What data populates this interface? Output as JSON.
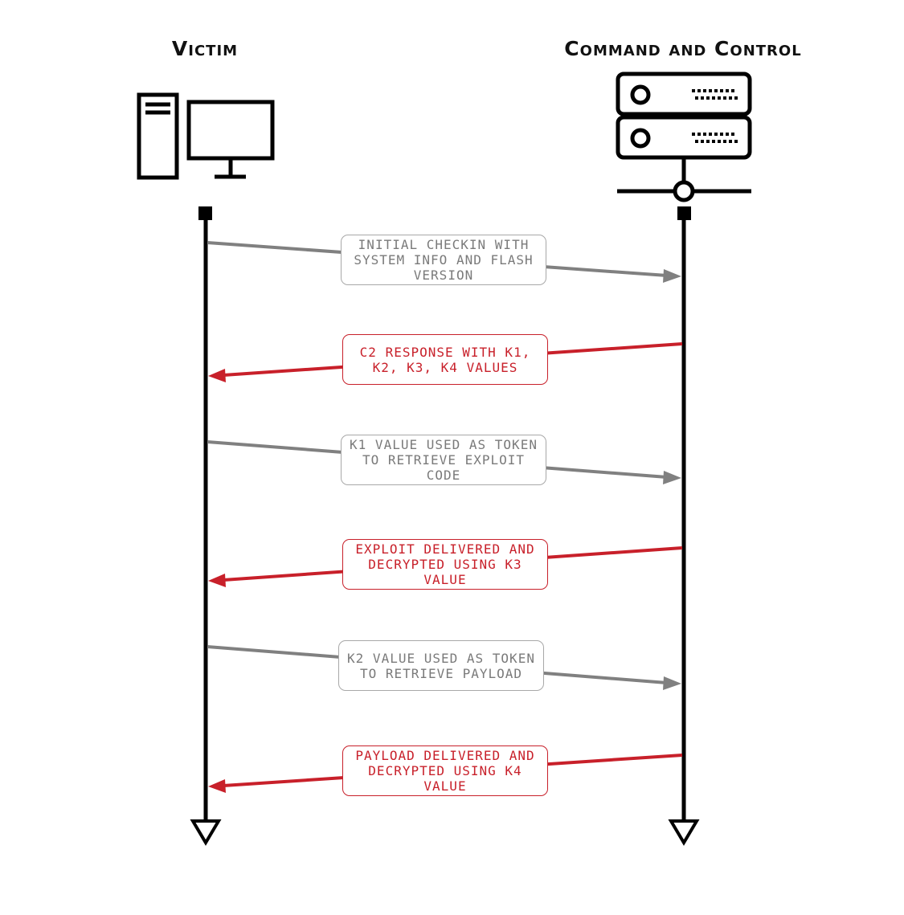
{
  "actors": {
    "victim": {
      "label": "Victim"
    },
    "c2": {
      "label": "Command and Control"
    }
  },
  "messages": [
    {
      "text": "INITIAL CHECKIN WITH SYSTEM INFO AND FLASH VERSION",
      "direction": "victim-to-c2",
      "color": "#808080"
    },
    {
      "text": "C2 RESPONSE WITH K1, K2, K3, K4 VALUES",
      "direction": "c2-to-victim",
      "color": "#c8202a"
    },
    {
      "text": "K1 VALUE USED AS TOKEN TO RETRIEVE EXPLOIT CODE",
      "direction": "victim-to-c2",
      "color": "#808080"
    },
    {
      "text": "EXPLOIT DELIVERED AND DECRYPTED USING K3 VALUE",
      "direction": "c2-to-victim",
      "color": "#c8202a"
    },
    {
      "text": "K2 VALUE USED AS TOKEN TO RETRIEVE PAYLOAD",
      "direction": "victim-to-c2",
      "color": "#808080"
    },
    {
      "text": "PAYLOAD DELIVERED AND DECRYPTED USING K4 VALUE",
      "direction": "c2-to-victim",
      "color": "#c8202a"
    }
  ],
  "icons": {
    "victim": "desktop-computer-icon",
    "c2": "server-icon"
  },
  "colors": {
    "lifeline": "#000000",
    "request": "#808080",
    "response": "#c8202a"
  }
}
